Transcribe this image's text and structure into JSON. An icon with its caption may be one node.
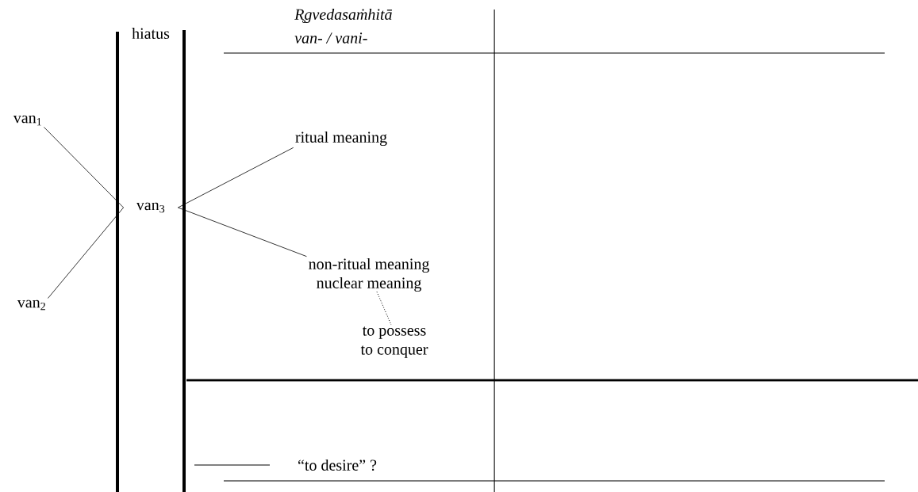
{
  "diagram": {
    "nodes": [
      {
        "text": [
          "van$_{1}$"
        ]
      },
      {
        "text": [
          "van$_{2}$"
        ]
      },
      {
        "text": [
          "van$_{3}$"
        ]
      },
      {
        "text": [
          "ritual meaning"
        ]
      },
      {
        "text": [
          "non-ritual meaning",
          "nuclear meaning"
        ]
      },
      {
        "text": [
          "to possess",
          "to conquer"
        ]
      }
    ],
    "edges": [
      {
        "from": 0,
        "to": 2,
        "arrow": "none"
      },
      {
        "from": 1,
        "to": 2,
        "arrow": "none"
      },
      {
        "from": 2,
        "to": 3,
        "arrow": "none"
      },
      {
        "from": 2,
        "to": 4,
        "arrow": "none"
      },
      {
        "from": 4,
        "to": 5,
        "arrow": "none",
        "style": "dashed"
      }
    ],
    "labels": [
      "hiatus",
      "R̥gvedasaṁhitā",
      "van- / vani-",
      "“to desire” ?"
    ]
  }
}
